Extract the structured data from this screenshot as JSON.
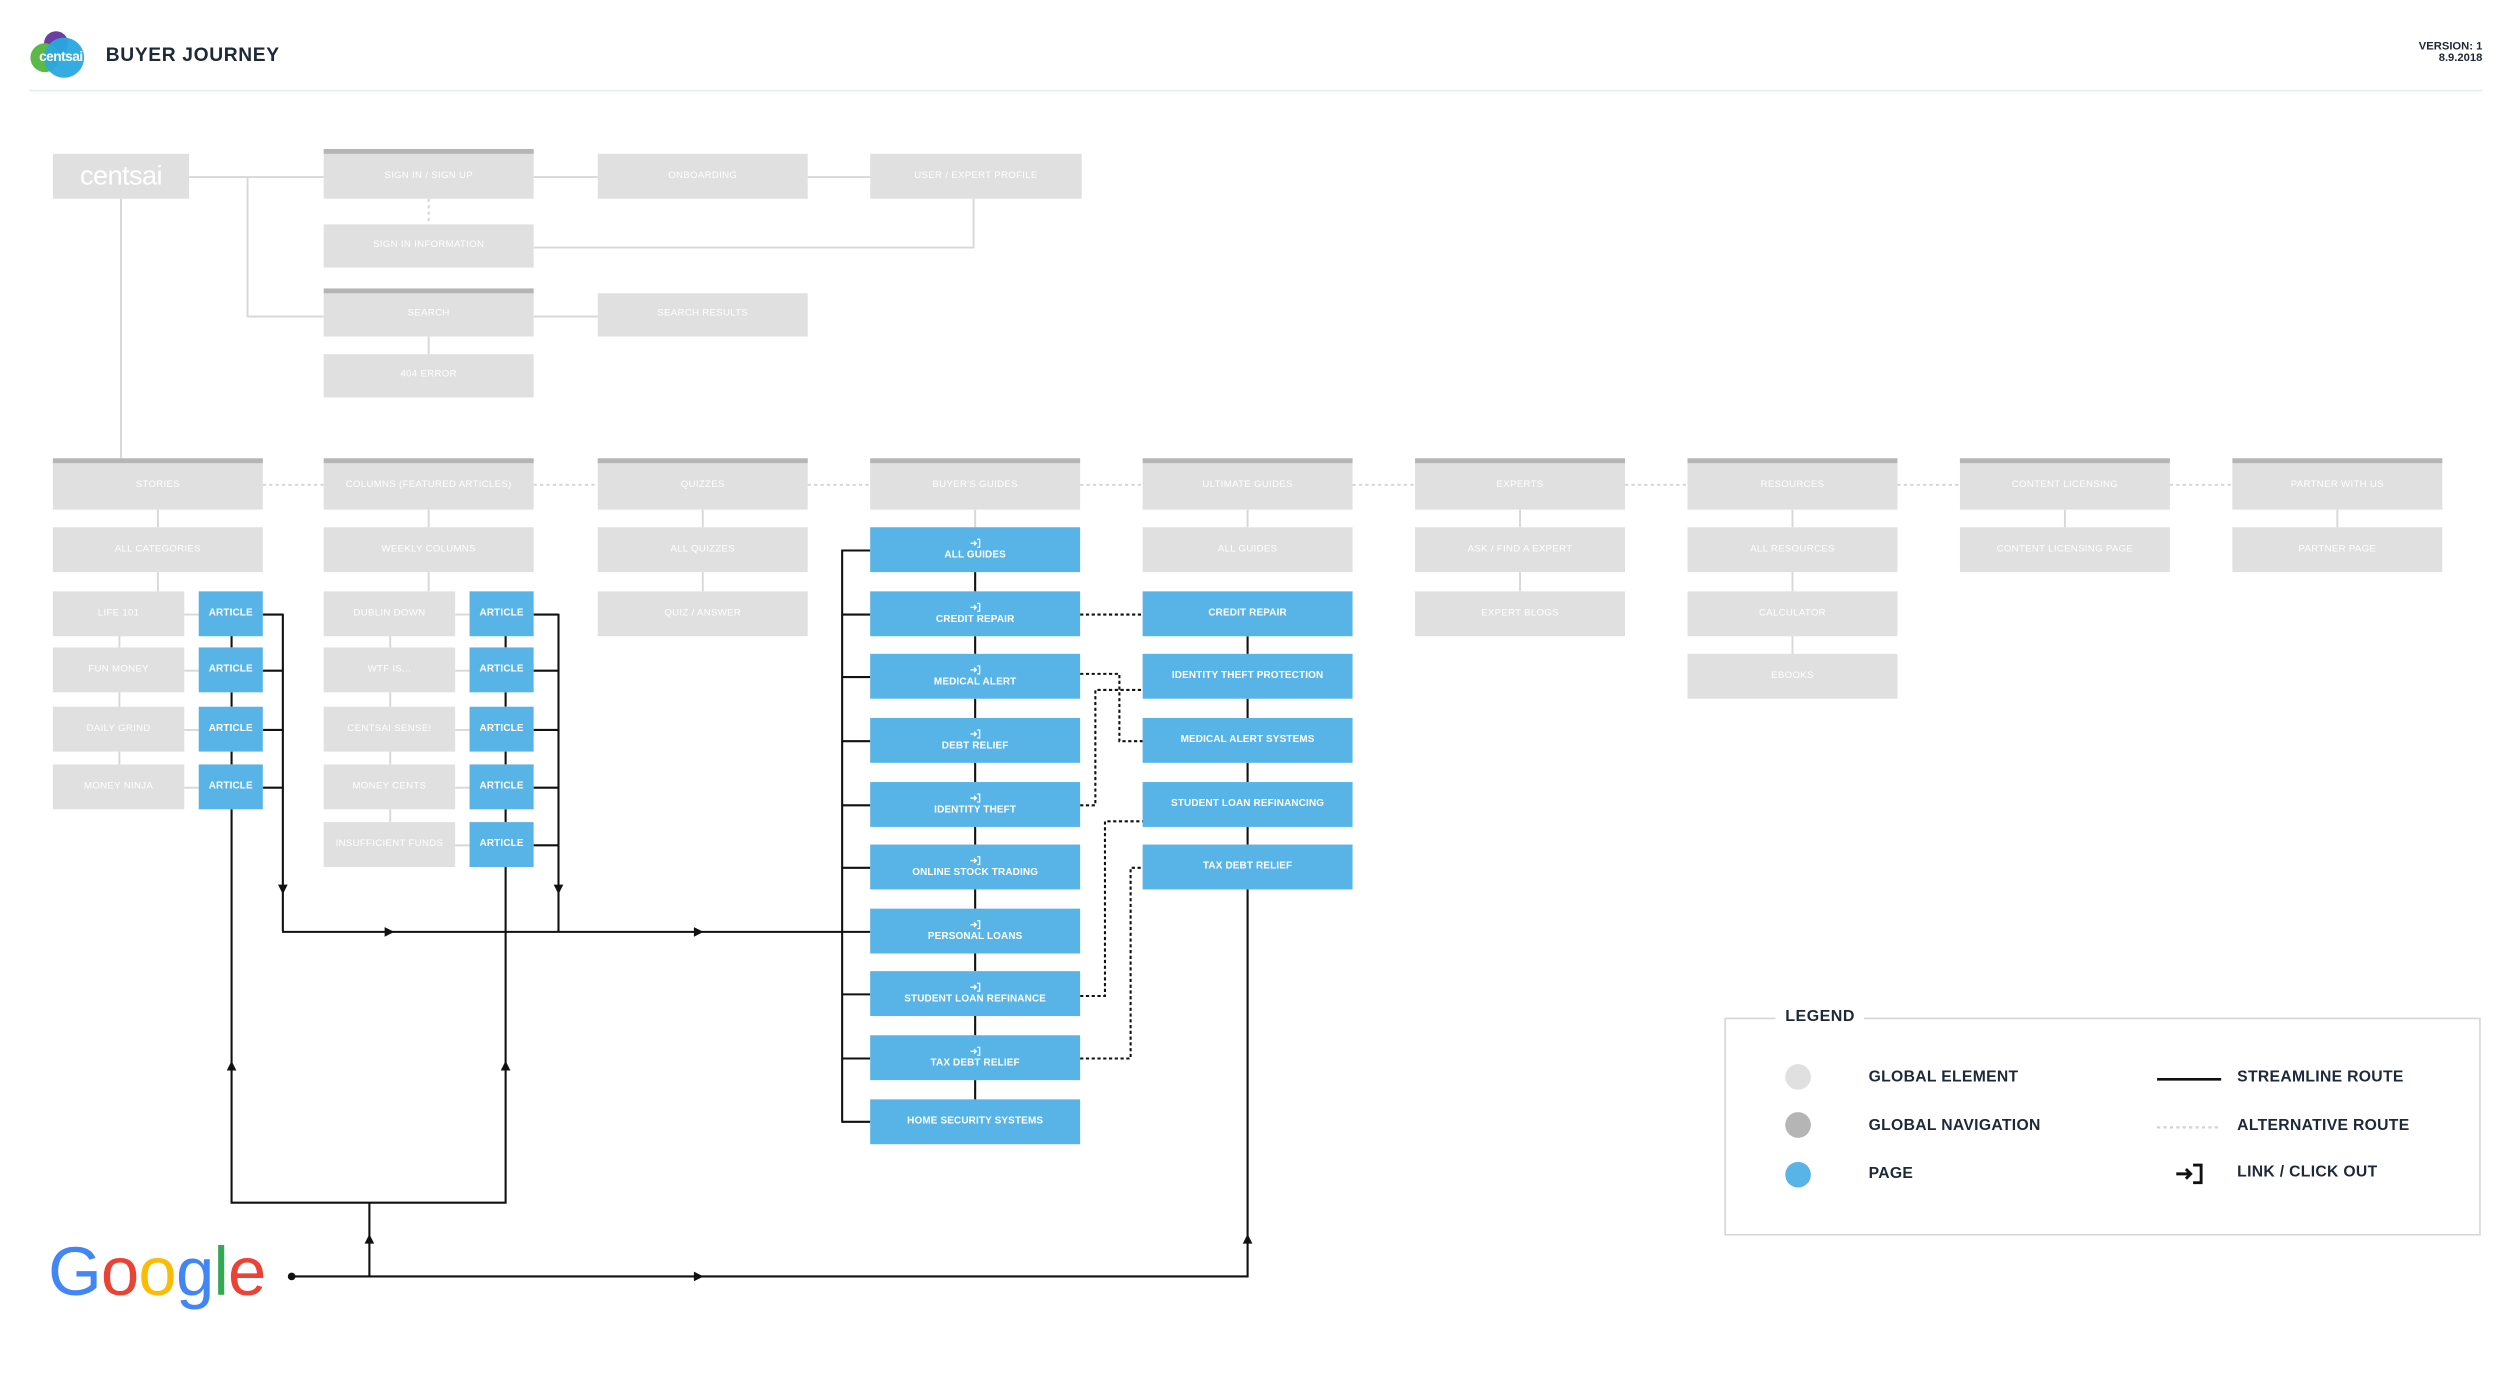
{
  "header": {
    "logo_text": "centsai",
    "title": "BUYER JOURNEY",
    "version": "VERSION: 1",
    "date": "8.9.2018"
  },
  "colors": {
    "global_element": "#e0e0e0",
    "global_navigation": "#b5b5b5",
    "page": "#58b4e6",
    "route": "#111111",
    "title_text": "#1d2838"
  },
  "global": {
    "brand": "centsai",
    "sign_in": "SIGN IN / SIGN UP",
    "onboarding": "ONBOARDING",
    "profile": "USER / EXPERT PROFILE",
    "sign_in_info": "SIGN IN INFORMATION",
    "search": "SEARCH",
    "search_results": "SEARCH RESULTS",
    "error_404": "404 ERROR"
  },
  "nav": [
    {
      "label": "STORIES",
      "landing": "ALL CATEGORIES"
    },
    {
      "label": "COLUMNS (FEATURED ARTICLES)",
      "landing": "WEEKLY COLUMNS"
    },
    {
      "label": "QUIZZES",
      "landing": "ALL QUIZZES"
    },
    {
      "label": "BUYER'S GUIDES",
      "landing": "ALL GUIDES",
      "landing_icon": "link-click-out-icon"
    },
    {
      "label": "ULTIMATE GUIDES",
      "landing": "ALL GUIDES"
    },
    {
      "label": "EXPERTS",
      "landing": "ASK / FIND A EXPERT"
    },
    {
      "label": "RESOURCES",
      "landing": "ALL RESOURCES"
    },
    {
      "label": "CONTENT LICENSING",
      "landing": "CONTENT LICENSING PAGE"
    },
    {
      "label": "PARTNER WITH US",
      "landing": "PARTNER PAGE"
    }
  ],
  "stories": {
    "categories": [
      "LIFE 101",
      "FUN MONEY",
      "DAILY GRIND",
      "MONEY NINJA"
    ],
    "article_label": "ARTICLE"
  },
  "columns": {
    "items": [
      "DUBLIN DOWN",
      "WTF IS...",
      "CENTSAI SENSE!",
      "MONEY CENTS",
      "INSUFFICIENT FUNDS"
    ],
    "article_label": "ARTICLE"
  },
  "quizzes": {
    "items": [
      "QUIZ / ANSWER"
    ]
  },
  "buyers_guides": {
    "items": [
      {
        "label": "CREDIT REPAIR",
        "icon": "link-click-out-icon"
      },
      {
        "label": "MEDICAL ALERT",
        "icon": "link-click-out-icon"
      },
      {
        "label": "DEBT RELIEF",
        "icon": "link-click-out-icon"
      },
      {
        "label": "IDENTITY THEFT",
        "icon": "link-click-out-icon"
      },
      {
        "label": "ONLINE STOCK TRADING",
        "icon": "link-click-out-icon"
      },
      {
        "label": "PERSONAL LOANS",
        "icon": "link-click-out-icon"
      },
      {
        "label": "STUDENT LOAN REFINANCE",
        "icon": "link-click-out-icon"
      },
      {
        "label": "TAX DEBT RELIEF",
        "icon": "link-click-out-icon"
      },
      {
        "label": "HOME SECURITY SYSTEMS"
      }
    ]
  },
  "ultimate_guides": {
    "items": [
      "CREDIT REPAIR",
      "IDENTITY THEFT PROTECTION",
      "MEDICAL ALERT SYSTEMS",
      "STUDENT LOAN REFINANCING",
      "TAX DEBT RELIEF"
    ]
  },
  "experts": {
    "items": [
      "EXPERT BLOGS"
    ]
  },
  "resources": {
    "items": [
      "CALCULATOR",
      "EBOOKS"
    ]
  },
  "entry": {
    "source": "Google",
    "letter_colors": [
      "#4285f4",
      "#ea4335",
      "#fbbc05",
      "#4285f4",
      "#34a853",
      "#ea4335"
    ]
  },
  "legend": {
    "title": "LEGEND",
    "node_types": [
      {
        "label": "GLOBAL ELEMENT"
      },
      {
        "label": "GLOBAL NAVIGATION"
      },
      {
        "label": "PAGE"
      }
    ],
    "route_types": [
      {
        "label": "STREAMLINE ROUTE"
      },
      {
        "label": "ALTERNATIVE ROUTE"
      },
      {
        "label": "LINK / CLICK OUT",
        "icon": "link-click-out-icon"
      }
    ]
  }
}
